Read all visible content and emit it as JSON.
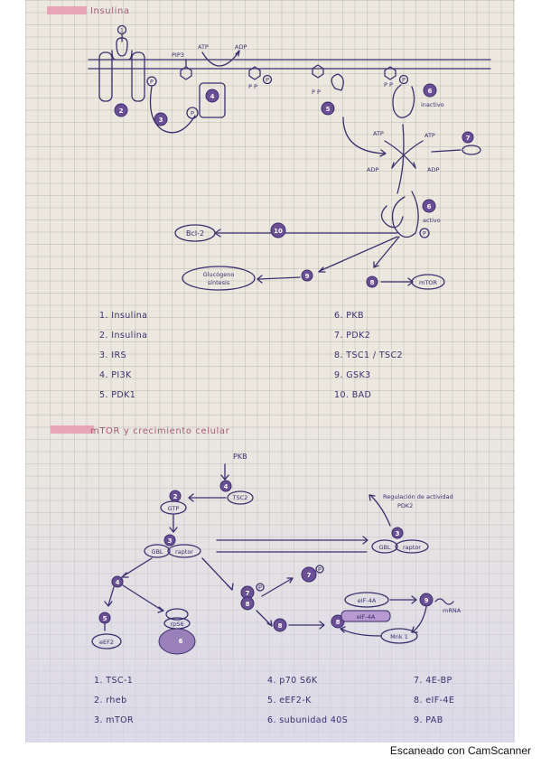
{
  "section1": {
    "title": "Insulina",
    "labels": {
      "pip3": "PIP3",
      "atp": "ATP",
      "adp": "ADP",
      "p": "P",
      "inactivo": "inactivo",
      "activo": "activo",
      "bcl2": "Bcl-2",
      "glycogen": "Glucógeno",
      "sintesis": "síntesis",
      "mtor": "mTOR"
    },
    "legend_left": [
      "1. Insulina",
      "2. Insulina",
      "3. IRS",
      "4. PI3K",
      "5. PDK1"
    ],
    "legend_right": [
      "6. PKB",
      "7. PDK2",
      "8. TSC1 / TSC2",
      "9. GSK3",
      "10. BAD"
    ]
  },
  "section2": {
    "title": "mTOR y crecimiento celular",
    "labels": {
      "pkb": "PKB",
      "tsc2": "TSC2",
      "gtp": "GTP",
      "gbl": "GBL",
      "raptor": "raptor",
      "regulation_1": "Regulación de actividad",
      "regulation_2": "PDK2",
      "eef2": "eEF2",
      "rps6": "rpS6",
      "eif4a_1": "eIF-4A",
      "eif4a_2": "eIF-4A",
      "mnk1": "Mnk 1",
      "mrna": "mRNA"
    },
    "legend_col1": [
      "1. TSC-1",
      "2. rheb",
      "3. mTOR"
    ],
    "legend_col2": [
      "4. p70 S6K",
      "5. eEF2-K",
      "6. subunidad 40S"
    ],
    "legend_col3": [
      "7. 4E-BP",
      "8. eIF-4E",
      "9. PAB"
    ]
  },
  "footer": "Escaneado con CamScanner"
}
